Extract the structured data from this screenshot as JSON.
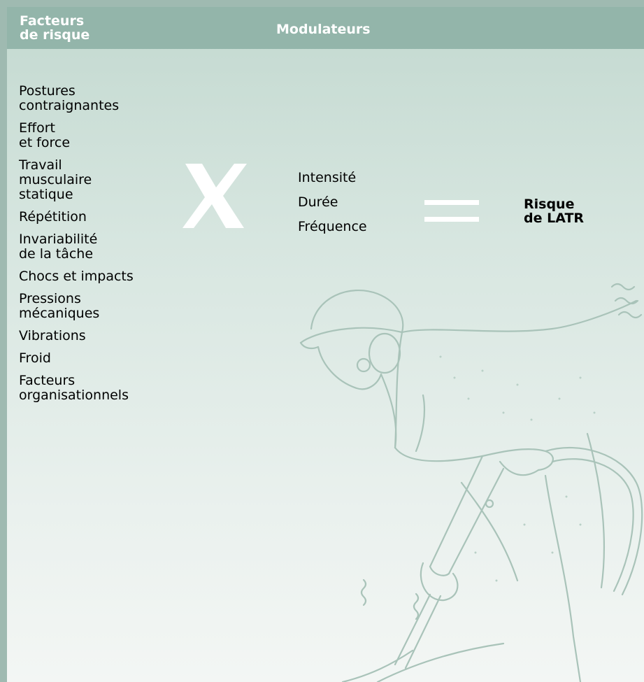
{
  "header": {
    "factors_title": "Facteurs\nde risque",
    "modulators_title": "Modulateurs"
  },
  "factors": [
    "Postures\ncontraignantes",
    "Effort\net force",
    "Travail\nmusculaire\nstatique",
    "Répétition",
    "Invariabilité\nde la tâche",
    "Chocs et impacts",
    "Pressions\nmécaniques",
    "Vibrations",
    "Froid",
    "Facteurs\norganisationnels"
  ],
  "modulators": [
    "Intensité",
    "Durée",
    "Fréquence"
  ],
  "result": "Risque\nde LATR",
  "symbols": {
    "multiply": "multiply-icon",
    "equals": "equals-icon"
  },
  "colors": {
    "header_bar": "#93b5aa",
    "outer_border": "#9fbab1",
    "panel_top": "#c3d9d0",
    "panel_bottom": "#f3f6f4",
    "symbol_fill": "#ffffff",
    "illustration_line": "#a9c3b9"
  }
}
